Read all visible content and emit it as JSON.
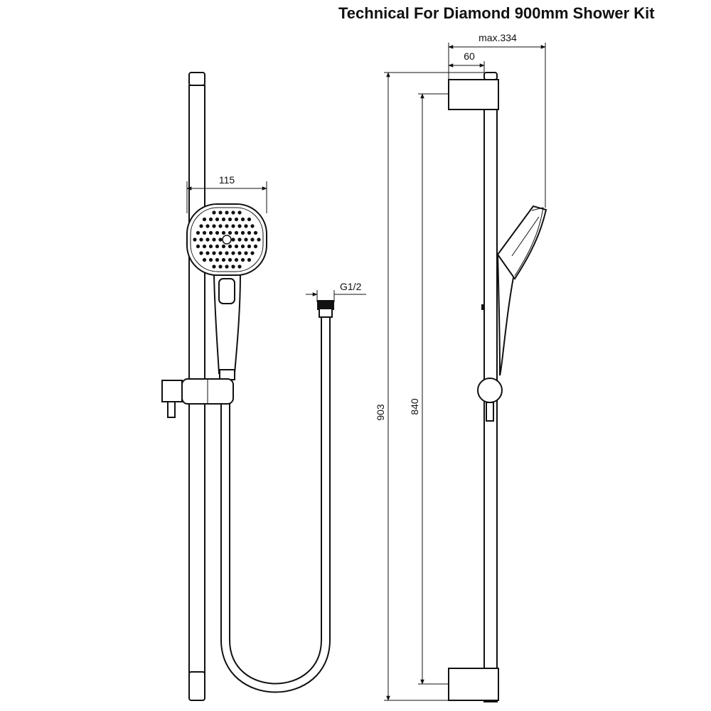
{
  "title": "Technical For Diamond 900mm Shower Kit",
  "dimensions": {
    "head_width": "115",
    "connector": "G1/2",
    "max_projection": "max.334",
    "wall_offset": "60",
    "overall_height": "903",
    "bracket_spacing": "840"
  },
  "colors": {
    "line": "#111111",
    "background": "#ffffff"
  }
}
